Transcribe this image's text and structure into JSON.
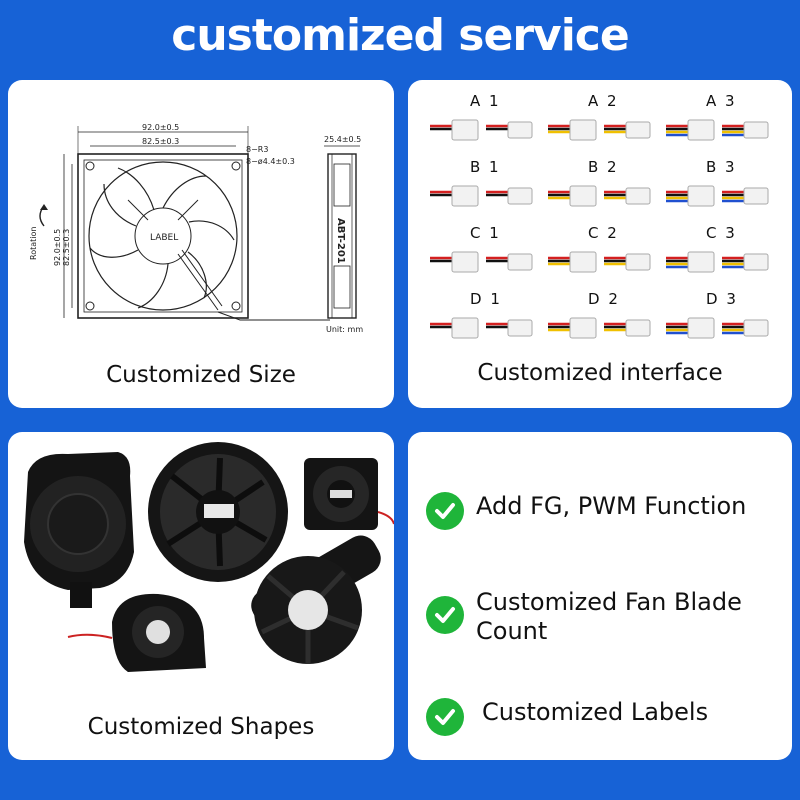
{
  "header": {
    "title": "customized service"
  },
  "size_card": {
    "caption": "Customized Size",
    "drawing": {
      "width_outer": "92.0±0.5",
      "width_inner": "82.5±0.3",
      "radius": "8−R3",
      "hole": "8−ø4.4±0.3",
      "height_outer": "92.0±0.5",
      "height_inner": "82.5±0.3",
      "depth": "25.4±0.5",
      "label": "LABEL",
      "rotation": "Rotation",
      "side_text": "ABT-201",
      "unit": "Unit: mm"
    }
  },
  "interface_card": {
    "caption": "Customized interface",
    "connectors": [
      "A 1",
      "A 2",
      "A 3",
      "B 1",
      "B 2",
      "B 3",
      "C 1",
      "C 2",
      "C 3",
      "D 1",
      "D 2",
      "D 3"
    ]
  },
  "shapes_card": {
    "caption": "Customized Shapes"
  },
  "features_card": {
    "items": [
      {
        "text": "Add FG, PWM Function",
        "icon": "check-icon"
      },
      {
        "text": "Customized Fan Blade Count",
        "icon": "check-icon"
      },
      {
        "text": "Customized Labels",
        "icon": "check-icon"
      }
    ]
  },
  "colors": {
    "background": "#1762d6",
    "card": "#ffffff",
    "check": "#1fb53a"
  }
}
